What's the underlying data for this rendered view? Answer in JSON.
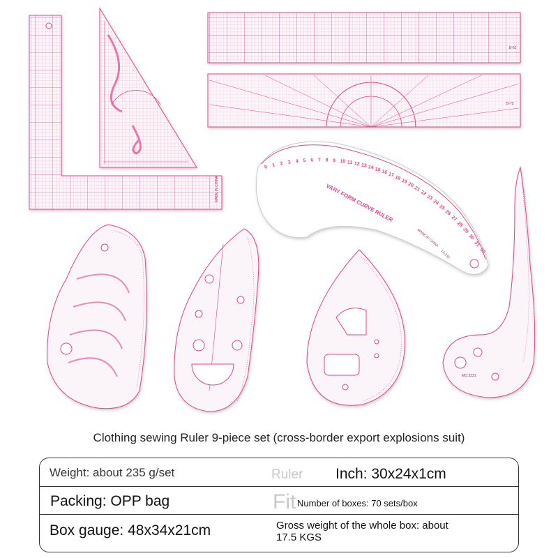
{
  "product": {
    "caption": "Clothing sewing Ruler 9-piece set (cross-border export explosions suit)",
    "ruler_texts": {
      "curve_ruler_title": "VARY FORM CURVE RULER",
      "curve_ruler_origin": "MADE IN CHINA",
      "curve_ruler_code": "12-232",
      "l_square_origin": "MADE IN CHINA",
      "ruler_code_b62": "B-62",
      "ruler_code_b75": "B-75",
      "hip_curve_code": "MO.3231",
      "curve_ruler_numbers": [
        "0",
        "1",
        "2",
        "3",
        "4",
        "5",
        "6",
        "7",
        "8",
        "9",
        "10",
        "11",
        "12",
        "13",
        "14",
        "15",
        "16",
        "17",
        "18",
        "19",
        "20",
        "21",
        "22",
        "23",
        "24",
        "25",
        "26",
        "27",
        "28",
        "29",
        "30",
        "31",
        "32"
      ]
    }
  },
  "specs": {
    "weight": "Weight: about 235 g/set",
    "watermark_ruler": "Ruler",
    "inch": "Inch: 30x24x1cm",
    "packing": "Packing: OPP bag",
    "watermark_fit": "Fit",
    "boxes": "Number of boxes: 70 sets/box",
    "box_gauge": "Box gauge: 48x34x21cm",
    "gross_weight_line1": "Gross weight of the whole box: about",
    "gross_weight_line2": "17.5 KGS"
  },
  "colors": {
    "ruler_pink": "#e0458a",
    "ruler_pink_light": "#f3b6d0",
    "ruler_body": "#fbf4f8",
    "border": "#333333"
  }
}
